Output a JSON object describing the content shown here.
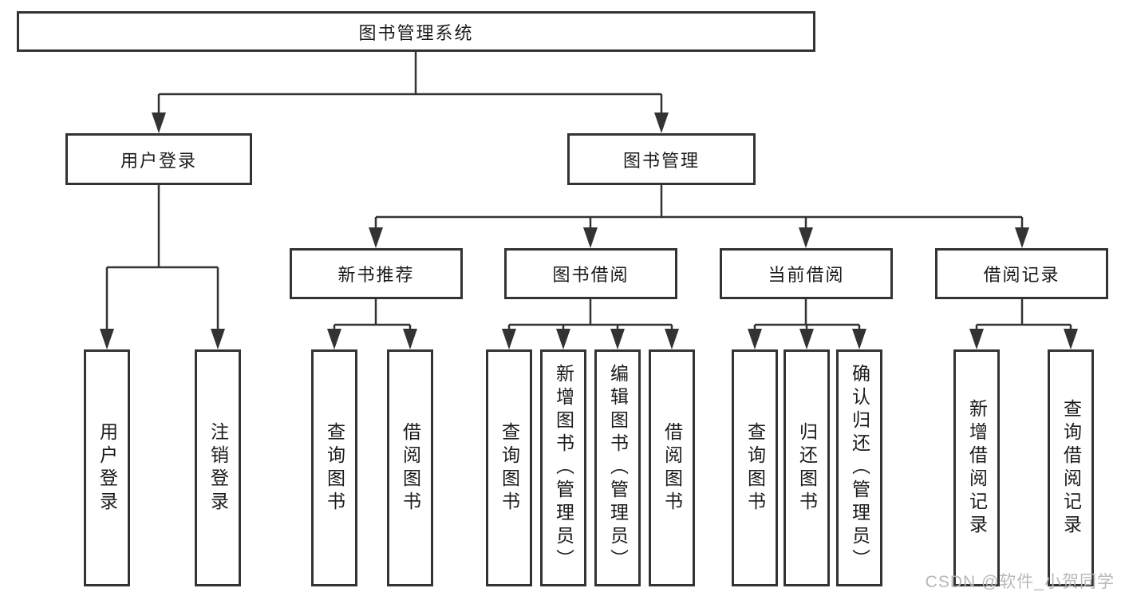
{
  "diagram": {
    "title": "图书管理系统",
    "nodes": {
      "root": {
        "label": "图书管理系统"
      },
      "level2": [
        {
          "label": "用户登录"
        },
        {
          "label": "图书管理"
        }
      ],
      "level3": [
        {
          "label": "新书推荐",
          "parent": "图书管理"
        },
        {
          "label": "图书借阅",
          "parent": "图书管理"
        },
        {
          "label": "当前借阅",
          "parent": "图书管理"
        },
        {
          "label": "借阅记录",
          "parent": "图书管理"
        }
      ],
      "leaves": [
        {
          "label": "用户登录",
          "parent": "用户登录"
        },
        {
          "label": "注销登录",
          "parent": "用户登录"
        },
        {
          "label": "查询图书",
          "parent": "新书推荐"
        },
        {
          "label": "借阅图书",
          "parent": "新书推荐"
        },
        {
          "label": "查询图书",
          "parent": "图书借阅"
        },
        {
          "label": "新增图书（管理员）",
          "parent": "图书借阅"
        },
        {
          "label": "编辑图书（管理员）",
          "parent": "图书借阅"
        },
        {
          "label": "借阅图书",
          "parent": "图书借阅"
        },
        {
          "label": "查询图书",
          "parent": "当前借阅"
        },
        {
          "label": "归还图书",
          "parent": "当前借阅"
        },
        {
          "label": "确认归还（管理员）",
          "parent": "当前借阅"
        },
        {
          "label": "新增借阅记录",
          "parent": "借阅记录"
        },
        {
          "label": "查询借阅记录",
          "parent": "借阅记录"
        }
      ]
    },
    "colors": {
      "line": "#333333",
      "text": "#1a1a1a",
      "box_background": "#ffffff",
      "watermark": "#b8b8b8"
    }
  },
  "watermark": "CSDN @软件_小贺同学"
}
